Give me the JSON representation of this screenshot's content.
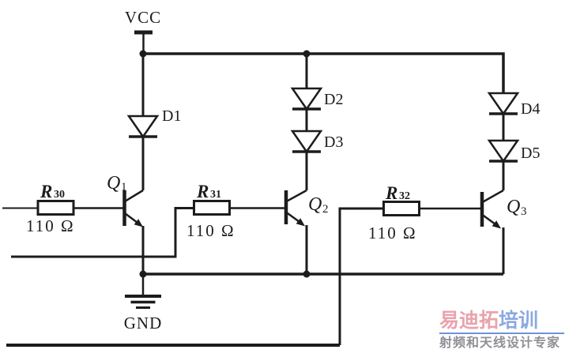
{
  "colors": {
    "line": "#1c1c1c",
    "background": "#ffffff",
    "watermark_brand_first": "#e9a3ad",
    "watermark_brand_second": "#8ca9e0",
    "watermark_underline": "#6f92d8",
    "watermark_subtitle": "#8f9096"
  },
  "diagram": {
    "power_label": "VCC",
    "ground_label": "GND",
    "diodes": [
      {
        "name": "D1"
      },
      {
        "name": "D2"
      },
      {
        "name": "D3"
      },
      {
        "name": "D4"
      },
      {
        "name": "D5"
      }
    ],
    "transistors": [
      {
        "letter": "Q",
        "number": "1"
      },
      {
        "letter": "Q",
        "number": "2"
      },
      {
        "letter": "Q",
        "number": "3"
      }
    ],
    "resistors": [
      {
        "letter": "R",
        "number": "30",
        "value": "110 Ω"
      },
      {
        "letter": "R",
        "number": "31",
        "value": "110 Ω"
      },
      {
        "letter": "R",
        "number": "32",
        "value": "110 Ω"
      }
    ]
  },
  "watermark": {
    "brand_first": "易迪拓",
    "brand_second": "培训",
    "subtitle": "射频和天线设计专家"
  }
}
